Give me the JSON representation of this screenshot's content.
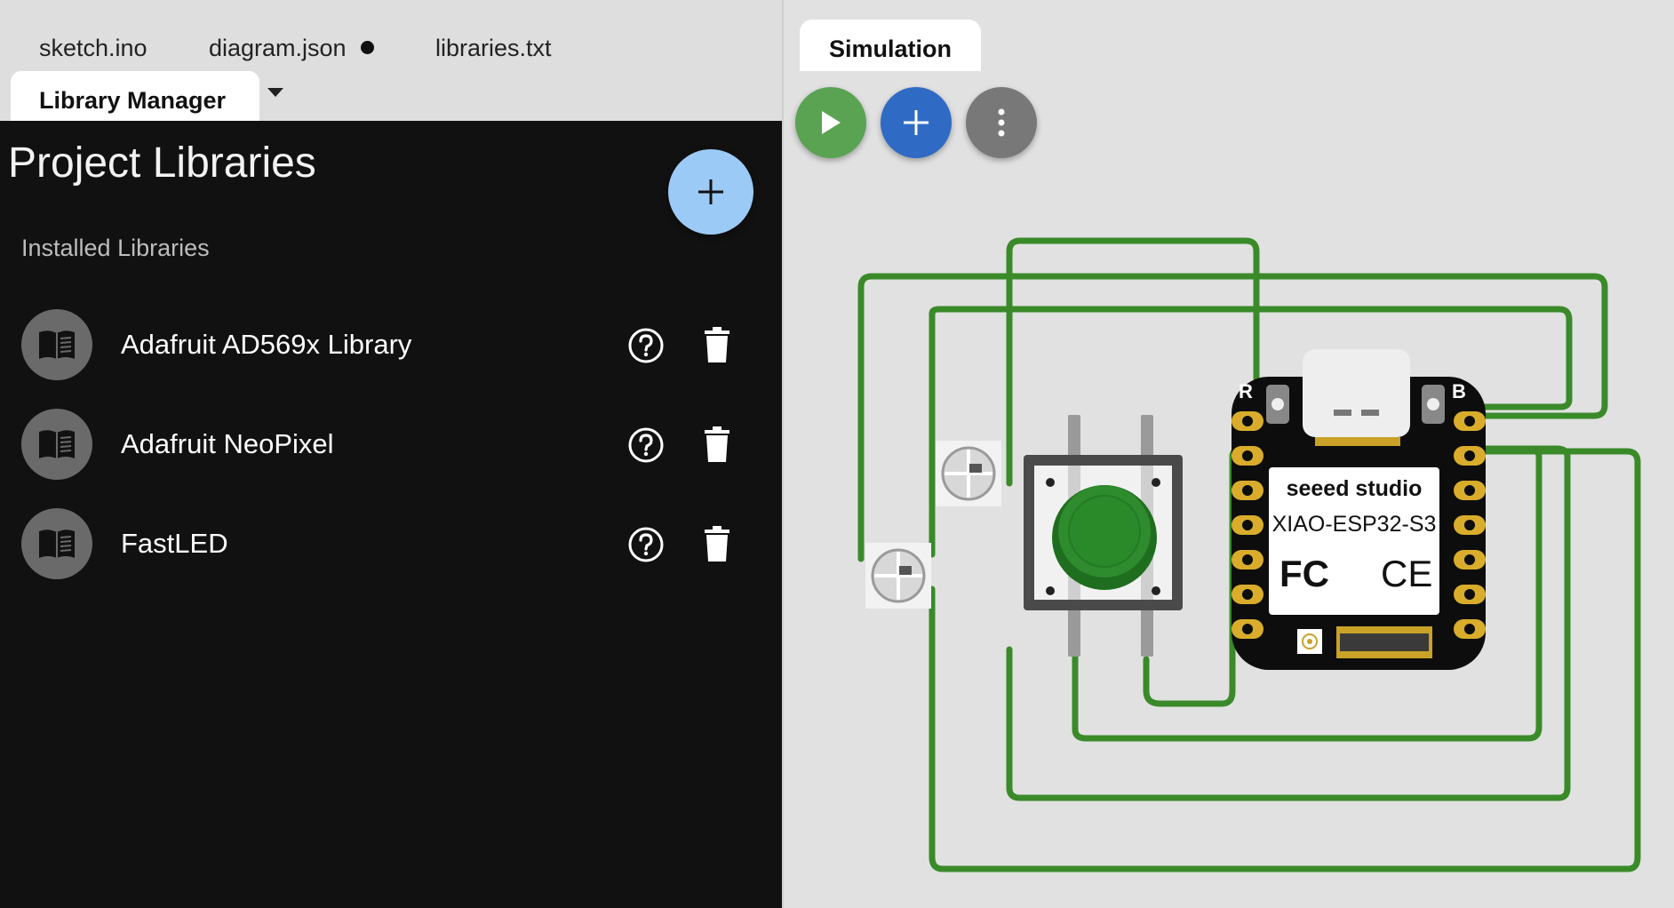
{
  "editor": {
    "tabs": [
      {
        "label": "sketch.ino"
      },
      {
        "label": "diagram.json",
        "modified": true
      },
      {
        "label": "libraries.txt"
      }
    ],
    "active_tab": {
      "label": "Library Manager"
    },
    "dropdown_icon": "caret-down-icon"
  },
  "library_manager": {
    "title": "Project Libraries",
    "add_button_icon": "plus-icon",
    "section_heading": "Installed Libraries",
    "libraries": [
      {
        "name": "Adafruit AD569x Library",
        "icon": "book-icon",
        "actions": [
          "help-icon",
          "trash-icon"
        ]
      },
      {
        "name": "Adafruit NeoPixel",
        "icon": "book-icon",
        "actions": [
          "help-icon",
          "trash-icon"
        ]
      },
      {
        "name": "FastLED",
        "icon": "book-icon",
        "actions": [
          "help-icon",
          "trash-icon"
        ]
      }
    ]
  },
  "simulation": {
    "tab_label": "Simulation",
    "toolbar": [
      {
        "name": "run",
        "icon": "play-icon",
        "color": "#5aa353"
      },
      {
        "name": "add-part",
        "icon": "plus-icon",
        "color": "#2f6ac4"
      },
      {
        "name": "more",
        "icon": "vertical-dots-icon",
        "color": "#787878"
      }
    ],
    "board": {
      "brand": "seeed studio",
      "model": "XIAO-ESP32-S3",
      "fc_mark": "FC",
      "ce_mark": "CE",
      "corner_left": "R",
      "corner_right": "B"
    },
    "wire_color": "#3a8a2a",
    "button_color": "#2e8b2e"
  }
}
